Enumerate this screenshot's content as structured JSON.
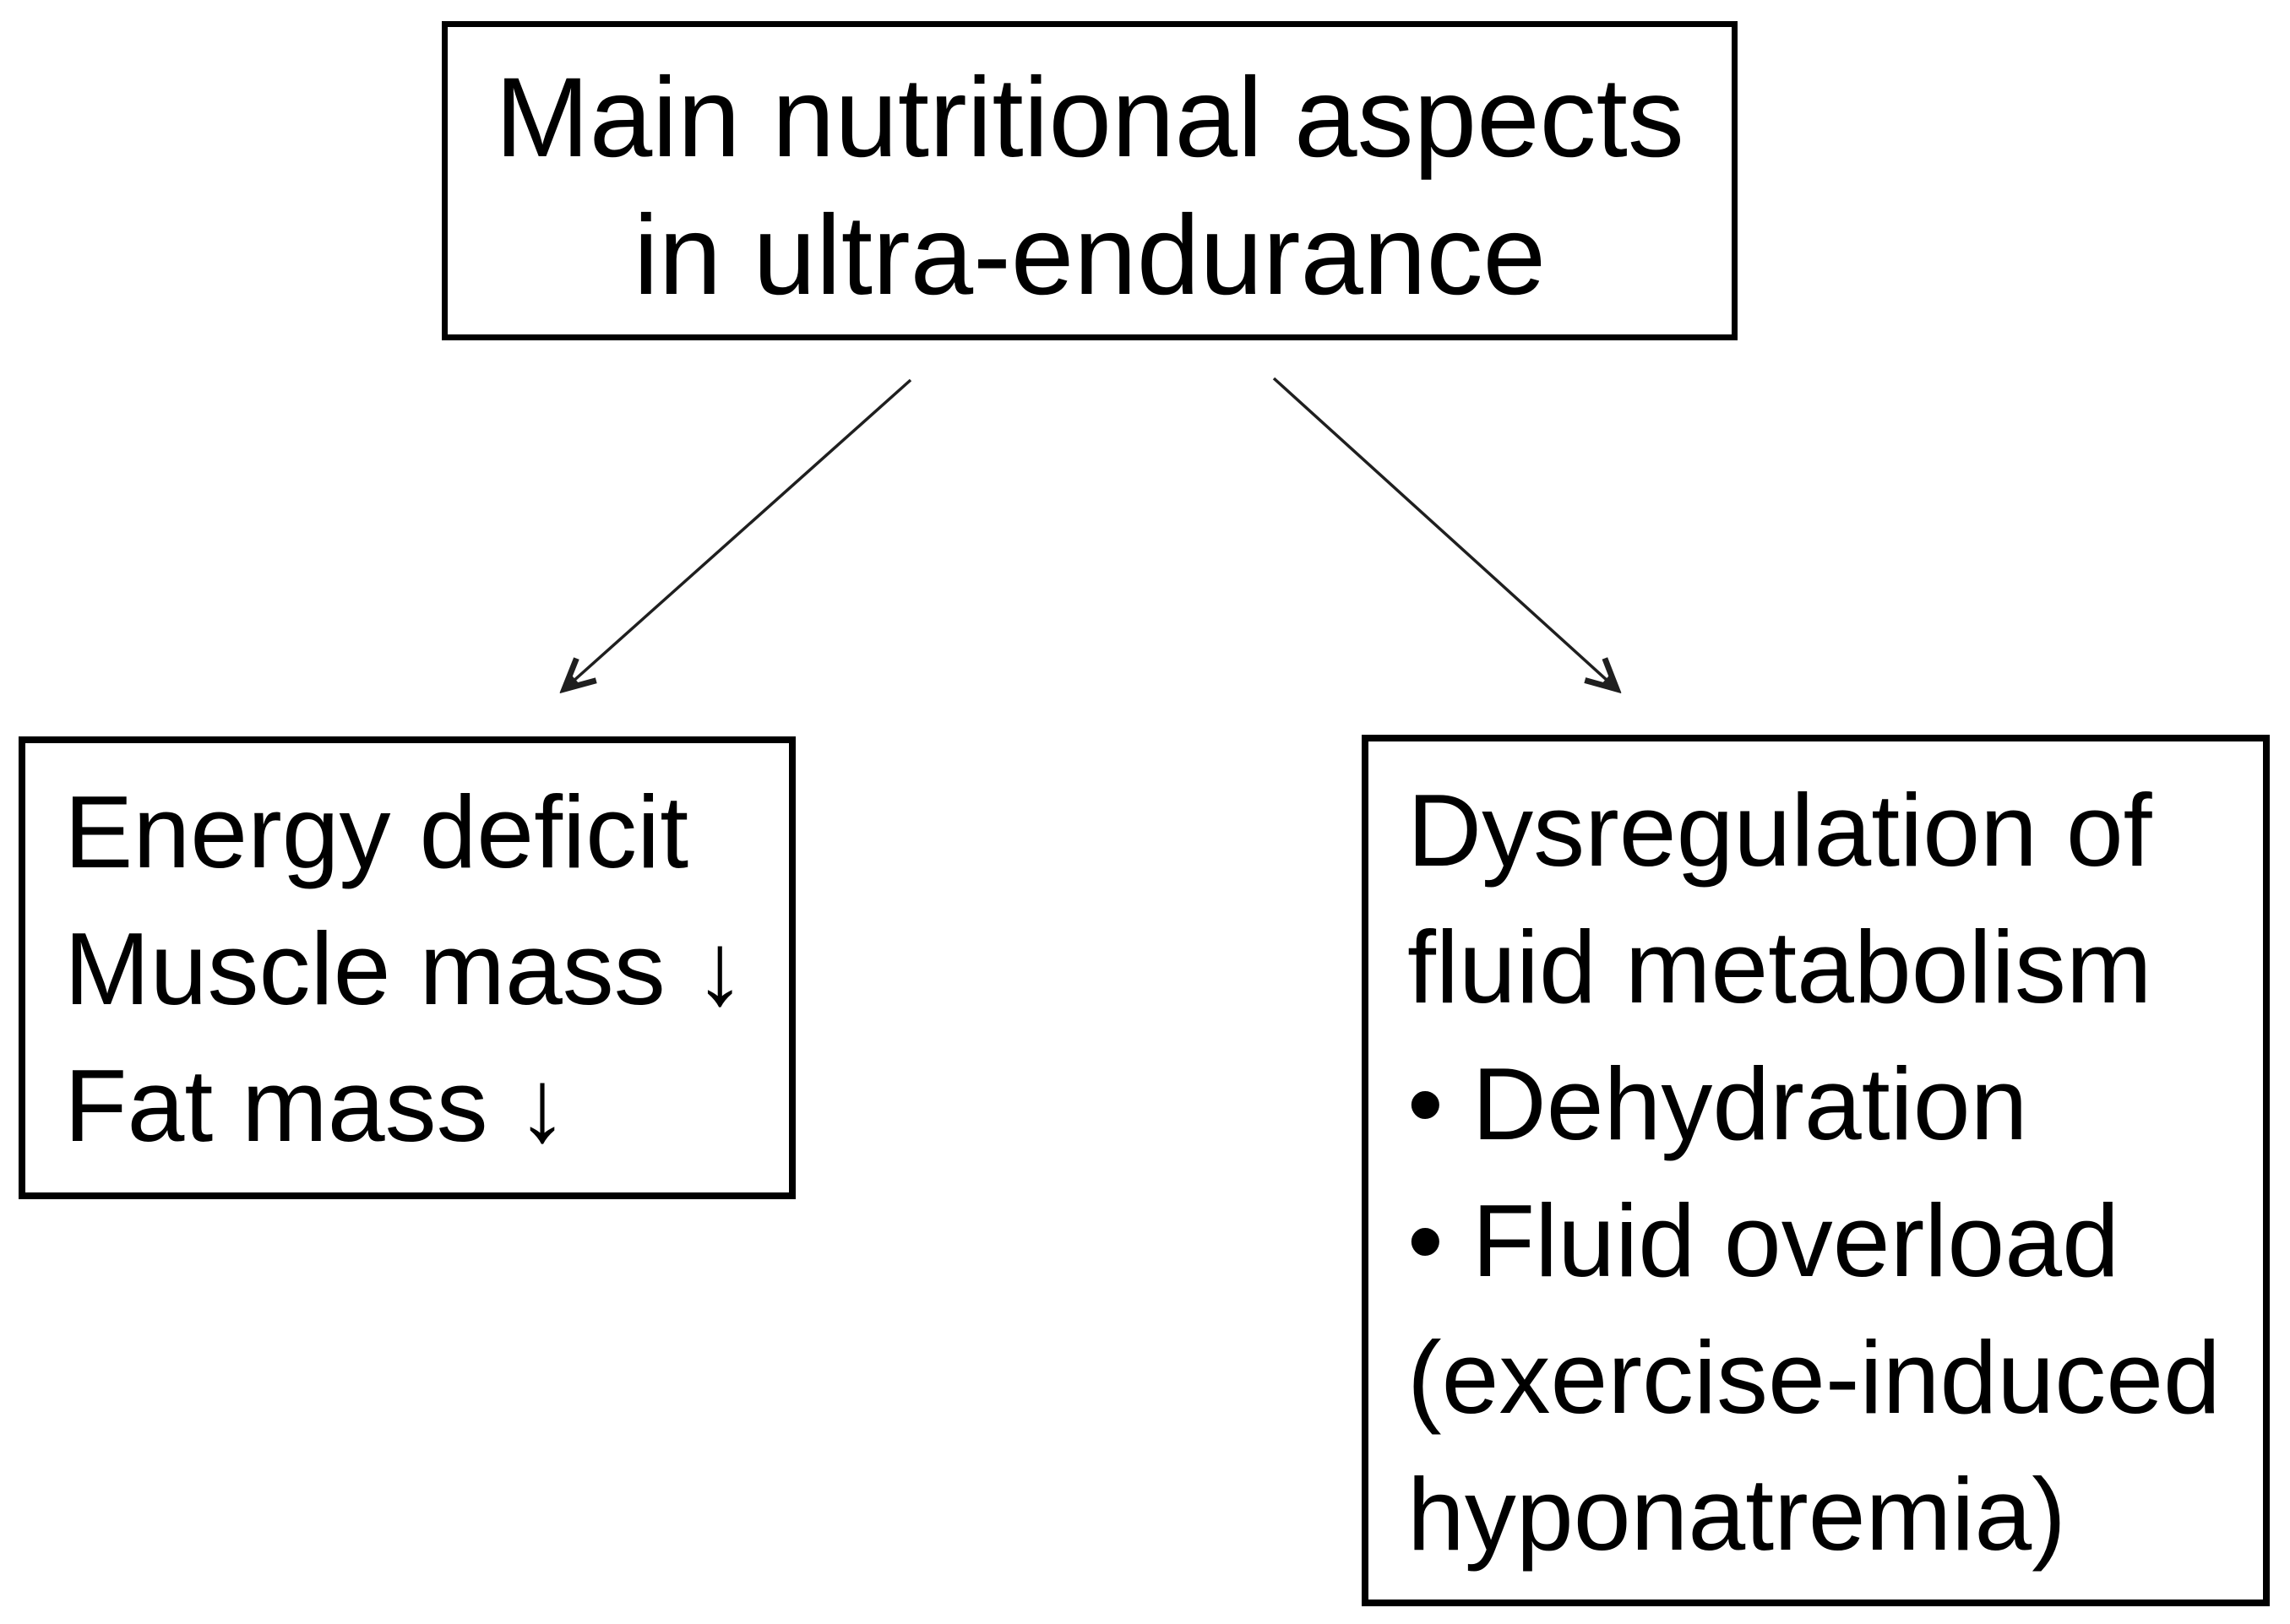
{
  "page": {
    "background_color": "#ffffff"
  },
  "colors": {
    "text": "#000000",
    "border": "#000000",
    "arrow": "#1f1f1f"
  },
  "boxes": {
    "root": {
      "lines": [
        "Main nutritional aspects",
        "in ultra-endurance"
      ]
    },
    "energy": {
      "lines": [
        "Energy deficit",
        "Muscle mass ↓",
        "Fat mass ↓"
      ]
    },
    "fluid": {
      "lines": [
        "Dysregulation of",
        "fluid metabolism",
        "• Dehydration",
        "• Fluid overload",
        "(exercise-induced",
        "hyponatremia)"
      ]
    }
  }
}
